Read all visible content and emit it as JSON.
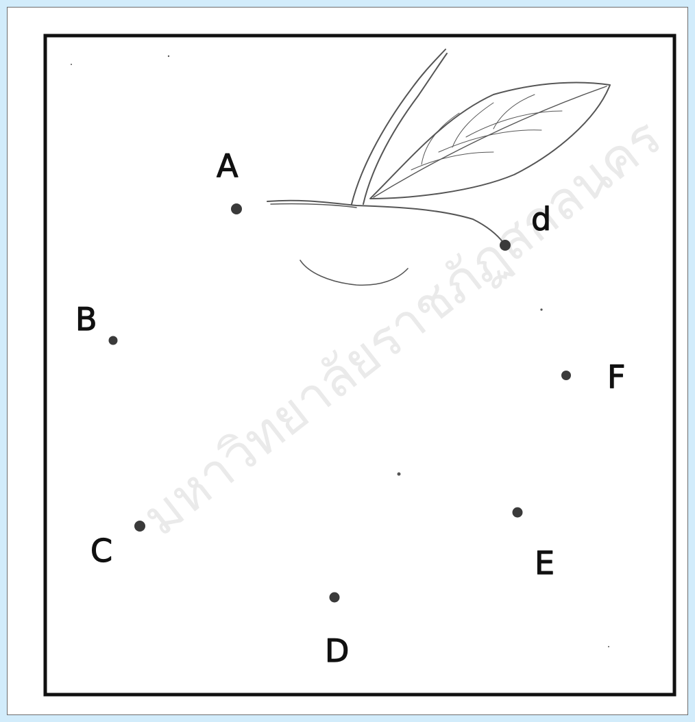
{
  "diagram": {
    "watermark": "มหาวิทยาลัยราชภัฏสกลนคร",
    "points": [
      {
        "id": "A",
        "label": "A"
      },
      {
        "id": "B",
        "label": "B"
      },
      {
        "id": "C",
        "label": "C"
      },
      {
        "id": "D",
        "label": "D"
      },
      {
        "id": "E",
        "label": "E"
      },
      {
        "id": "F",
        "label": "F"
      },
      {
        "id": "d",
        "label": "d"
      }
    ]
  }
}
